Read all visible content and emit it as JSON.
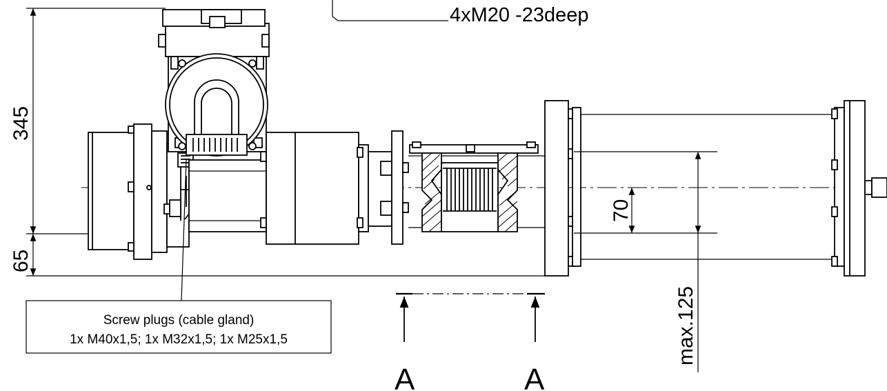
{
  "annotations": {
    "hole_callout": "4xM20 -23deep",
    "dim_height": "345",
    "dim_base": "65",
    "dim_bellow": "70",
    "dim_max": "max.125",
    "section_left": "A",
    "section_right": "A"
  },
  "note": {
    "line1": "Screw plugs (cable gland)",
    "line2": "1x M40x1,5; 1x M32x1,5; 1x M25x1,5"
  }
}
